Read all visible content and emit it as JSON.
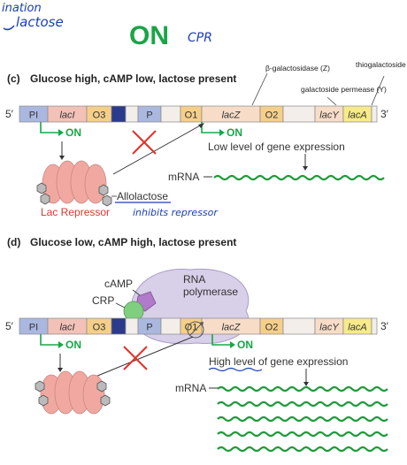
{
  "handwriting": {
    "top_note_line1": "ination",
    "top_note_line2": "lactose",
    "crp_note": "CPR",
    "inhibits_note": "inhibits repressor"
  },
  "header": {
    "title": "ON"
  },
  "panel_c": {
    "heading_letter": "(c)",
    "heading_text": "Glucose high, cAMP low, lactose present",
    "five_prime": "5′",
    "three_prime": "3′",
    "segments": [
      "PI",
      "lacI",
      "O3",
      "",
      "P",
      "O1",
      "lacZ",
      "O2",
      "lacY",
      "lacA"
    ],
    "on_label_1": "ON",
    "on_label_2": "ON",
    "enzyme_labels": {
      "b_gal": "β-galactosidase (Z)",
      "permease": "galactoside permease (Y)",
      "transacetylase": "thiogalactoside transacetylase"
    },
    "expression_text": "Low level of gene expression",
    "mrna_label": "mRNA",
    "allolactose_label": "Allolactose",
    "repressor_label": "Lac Repressor"
  },
  "panel_d": {
    "heading_letter": "(d)",
    "heading_text": "Glucose low, cAMP high, lactose present",
    "camp_label": "cAMP",
    "crp_label": "CRP",
    "rnap_label_1": "RNA",
    "rnap_label_2": "polymerase",
    "five_prime": "5′",
    "three_prime": "3′",
    "segments": [
      "PI",
      "lacI",
      "O3",
      "",
      "P",
      "O1",
      "lacZ",
      "O2",
      "lacY",
      "lacA"
    ],
    "on_label_1": "ON",
    "on_label_2": "ON",
    "expression_text": "High level of gene expression",
    "mrna_label": "mRNA"
  },
  "colors": {
    "on_green": "#1aa548",
    "pen_blue": "#1a3fb5",
    "mrna_green": "#1d9a3a",
    "inhibit_red": "#e0322b",
    "repressor_pink": "#f0a8a0",
    "lacI_pink": "#f2c1b8",
    "operator_orange": "#f5cf8a",
    "promoter_blue": "#aab8e0",
    "crp_site_navy": "#2c3a8c",
    "lacZ_peach": "#f7dcc8",
    "lacA_yellow": "#f7ea8a",
    "crp_green": "#7fcf7f",
    "camp_purple": "#b07bc8",
    "rnap_lavender": "#d8cfe8"
  }
}
